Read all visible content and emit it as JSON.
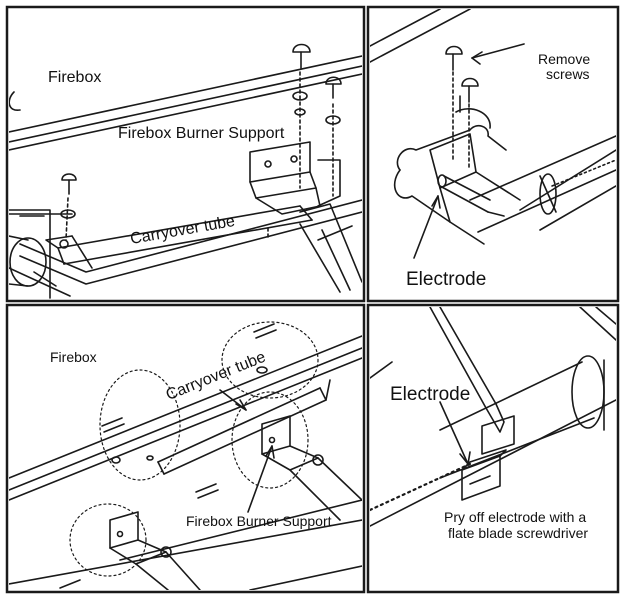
{
  "panels": [
    {
      "id": "top-left",
      "labels": {
        "firebox": "Firebox",
        "burner_support": "Firebox Burner Support",
        "carryover": "Carryover tube"
      }
    },
    {
      "id": "top-right",
      "labels": {
        "remove_line1": "Remove",
        "remove_line2": "screws",
        "electrode": "Electrode"
      }
    },
    {
      "id": "bottom-left",
      "labels": {
        "firebox": "Firebox",
        "carryover": "Carryover tube",
        "burner_support": "Firebox Burner Support"
      }
    },
    {
      "id": "bottom-right",
      "labels": {
        "electrode": "Electrode",
        "pry_line1": "Pry off electrode with a",
        "pry_line2": "flate blade screwdriver"
      }
    }
  ],
  "colors": {
    "line": "#1a1a1a",
    "background": "#ffffff"
  }
}
